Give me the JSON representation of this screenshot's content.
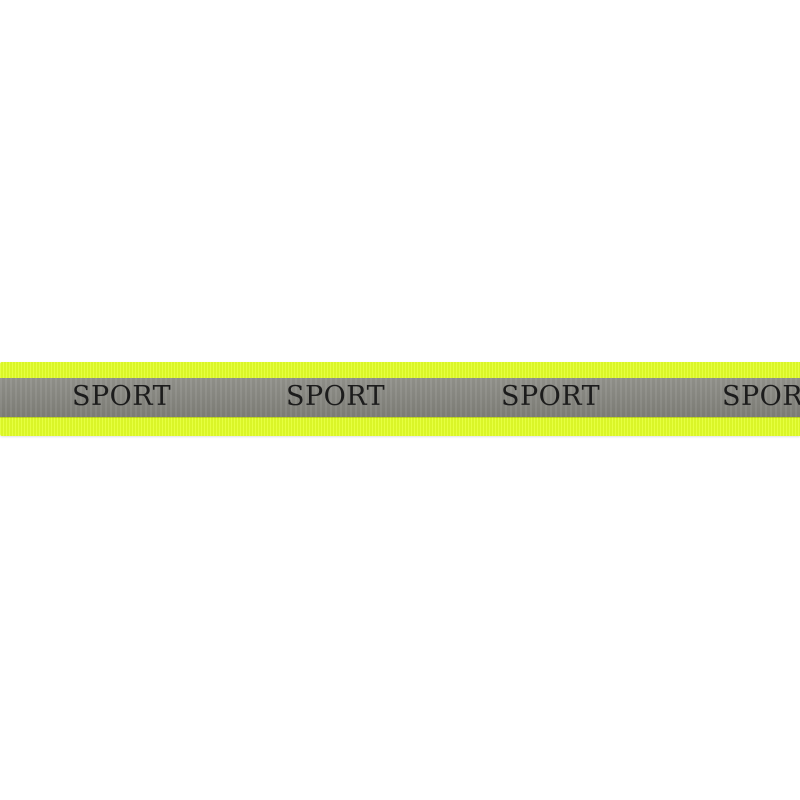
{
  "ribbon": {
    "words": [
      "SPORT",
      "SPORT",
      "SPORT",
      "SPORT"
    ],
    "colors": {
      "edge": "#e3ff2a",
      "stripe": "#86867f",
      "text": "#1c1c1c",
      "background": "#ffffff"
    }
  }
}
